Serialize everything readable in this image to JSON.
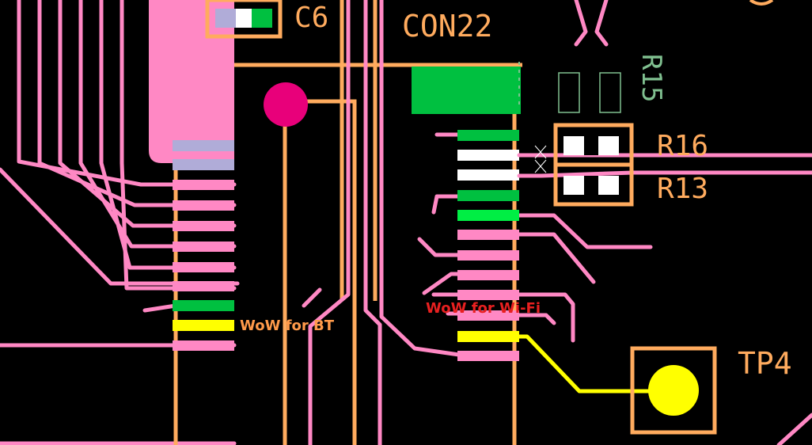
{
  "designators": {
    "c6": "C6",
    "con22": "CON22",
    "r15": "R15",
    "r16": "R16",
    "r13": "R13",
    "tp4": "TP4"
  },
  "annotations": {
    "wow_bt": "WoW for BT",
    "wow_wifi": "WoW for Wi-Fi"
  },
  "colors": {
    "background": "#000000",
    "trace": "#ff88c4",
    "silkscreen": "#ffab5e",
    "pad_green": "#00c040",
    "pad_lime": "#00ee44",
    "pad_white": "#ffffff",
    "pad_lavender": "#b0acd8",
    "highlight_yellow": "#ffff00",
    "via_magenta": "#e8007a",
    "label_bt": "#ff9a4a",
    "label_wifi": "#e82020",
    "silk_green": "#80c090"
  }
}
